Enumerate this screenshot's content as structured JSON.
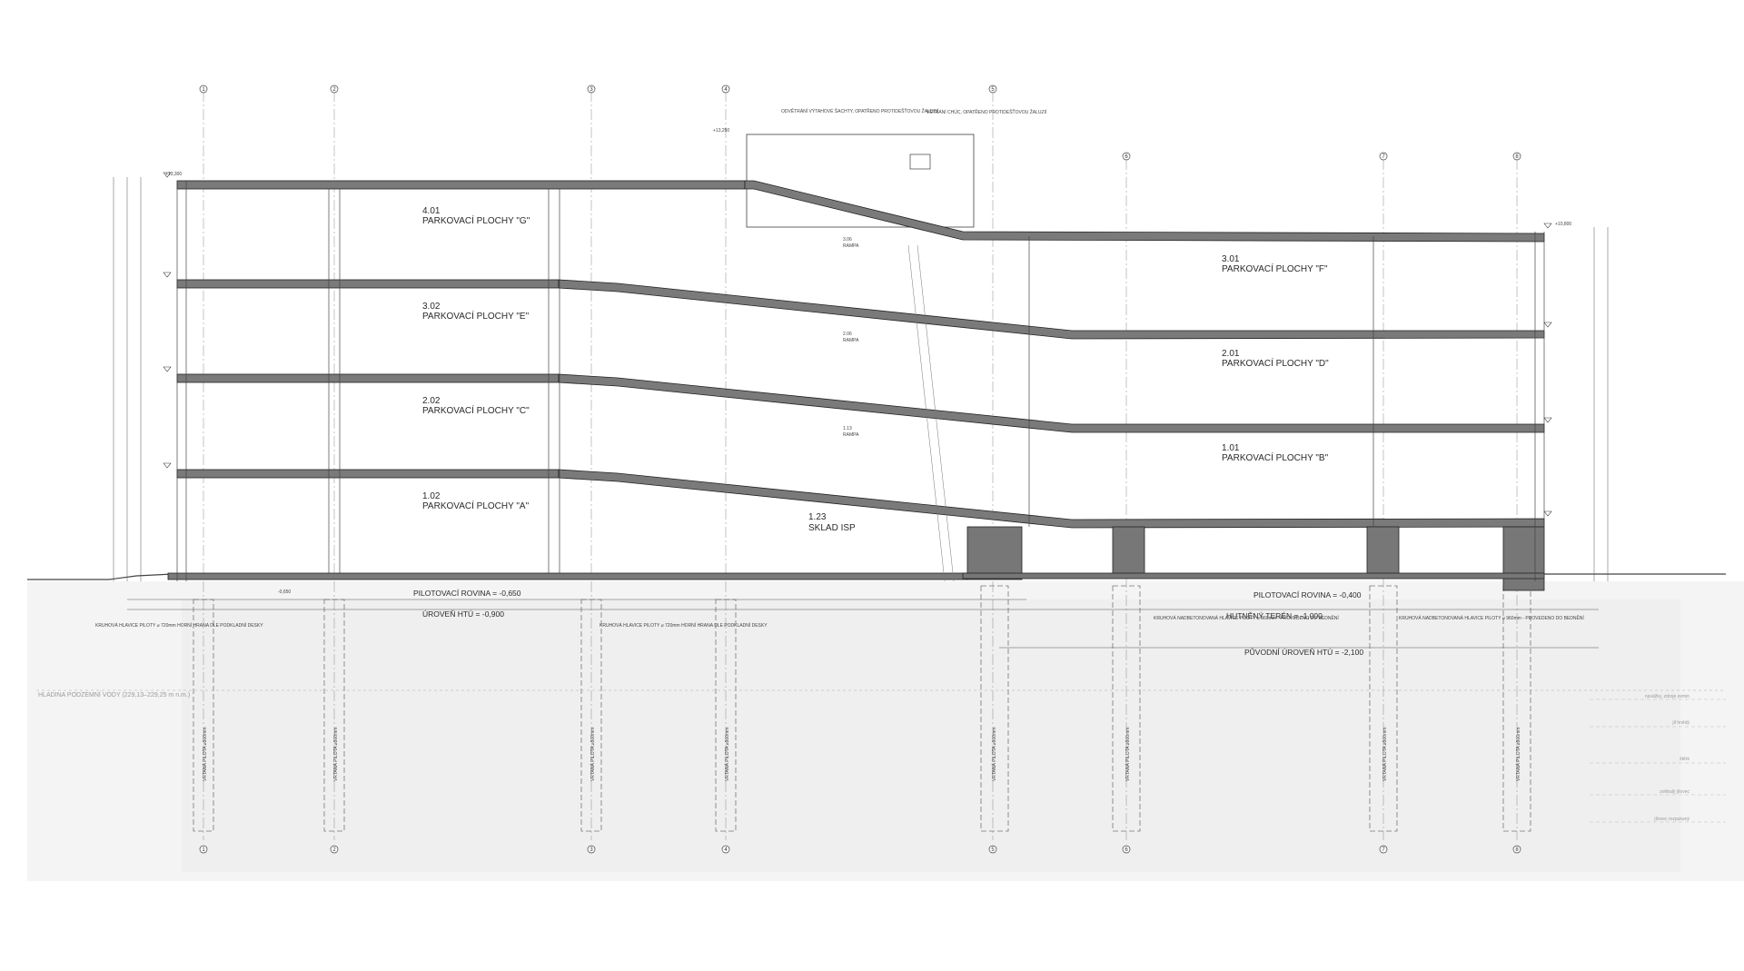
{
  "colors": {
    "slab": "#7a7a7a",
    "line": "#222222",
    "thin": "#666666",
    "ground": "#eeeeee",
    "wall": "#777777"
  },
  "axes": [
    "1",
    "2",
    "3",
    "4",
    "5",
    "6",
    "7",
    "8"
  ],
  "levels": {
    "roof_g": "+13,300",
    "roof_f": "+10,800",
    "top_core": "+13,250",
    "bottom": "-0,650"
  },
  "rooms": {
    "g_code": "4.01",
    "g_name": "PARKOVACÍ PLOCHY \"G\"",
    "e_code": "3.02",
    "e_name": "PARKOVACÍ PLOCHY \"E\"",
    "c_code": "2.02",
    "c_name": "PARKOVACÍ PLOCHY \"C\"",
    "a_code": "1.02",
    "a_name": "PARKOVACÍ PLOCHY \"A\"",
    "f_code": "3.01",
    "f_name": "PARKOVACÍ PLOCHY \"F\"",
    "d_code": "2.01",
    "d_name": "PARKOVACÍ PLOCHY \"D\"",
    "b_code": "1.01",
    "b_name": "PARKOVACÍ PLOCHY \"B\"",
    "r3_code": "3.06",
    "r3_name": "RAMPA",
    "r2_code": "2.06",
    "r2_name": "RAMPA",
    "r1_code": "1.13",
    "r1_name": "RAMPA",
    "sklad_code": "1.23",
    "sklad_name": "SKLAD ISP"
  },
  "annotations": {
    "pil_left": "PILOTOVACÍ ROVINA = -0,650",
    "pil_right": "PILOTOVACÍ ROVINA = -0,400",
    "htu_left": "ÚROVEŇ HTÚ = -0,900",
    "hutneny": "HUTNĚNÝ TERÉN = -1,000",
    "puvodni": "PŮVODNÍ ÚROVEŇ HTÚ = -2,100",
    "voda": "HLADINA PODZEMNÍ VODY (229,13–229,25 m n.m.)",
    "pile_note": "KRUHOVÁ HLAVICE PILOTY ⌀ 720mm HORNÍ HRANA DLE PODKLADNÍ DESKY",
    "pile_note2": "KRUHOVÁ NADBETONOVANÁ HLAVICE PILOTY ⌀ 960mm - PROVEDENO DO BEDNĚNÍ",
    "ventilation": "ODVĚTRÁNÍ VÝTAHOVÉ ŠACHTY, OPATŘENO PROTIDEŠŤOVOU ŽALUZIÍ",
    "vent2": "VĚTRÁNÍ CHÚC, OPATŘENO PROTIDEŠŤOVOU ŽALUZIÍ",
    "pile_label": "VRTANÁ PILOTA ⌀900mm",
    "soil1": "navážky, zdroje zemin",
    "soil2": "jíl hnědý",
    "soil3": "štěrk",
    "soil4": "zvětralý jílovec",
    "soil5": "jílovec rozpukaný"
  }
}
